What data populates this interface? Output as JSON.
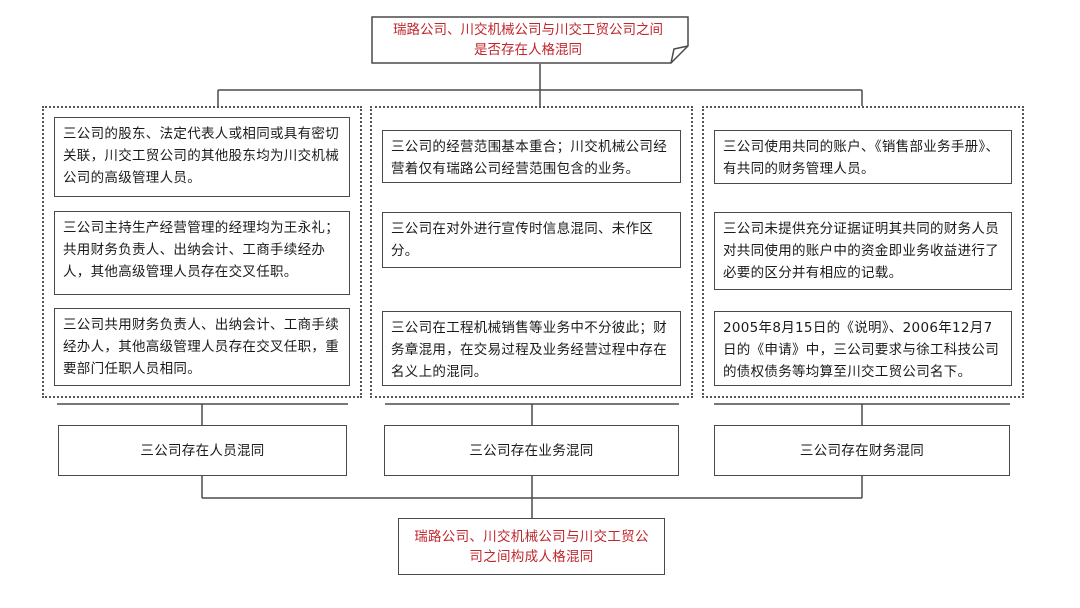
{
  "question": "瑞路公司、川交机械公司与川交工贸公司之间是否存在人格混同",
  "columns": [
    {
      "items": [
        "三公司的股东、法定代表人或相同或具有密切关联，川交工贸公司的其他股东均为川交机械公司的高级管理人员。",
        "三公司主持生产经营管理的经理均为王永礼；共用财务负责人、出纳会计、工商手续经办人，其他高级管理人员存在交叉任职。",
        "三公司共用财务负责人、出纳会计、工商手续经办人，其他高级管理人员存在交叉任职，重要部门任职人员相同。"
      ],
      "finding": "三公司存在人员混同"
    },
    {
      "items": [
        "三公司的经营范围基本重合；川交机械公司经营着仅有瑞路公司经营范围包含的业务。",
        "三公司在对外进行宣传时信息混同、未作区分。",
        "三公司在工程机械销售等业务中不分彼此；财务章混用，在交易过程及业务经营过程中存在名义上的混同。"
      ],
      "finding": "三公司存在业务混同"
    },
    {
      "items": [
        "三公司使用共同的账户、《销售部业务手册》、有共同的财务管理人员。",
        "三公司未提供充分证据证明其共同的财务人员对共同使用的账户中的资金即业务收益进行了必要的区分并有相应的记载。",
        "2005年8月15日的《说明》、2006年12月7日的《申请》中，三公司要求与徐工科技公司的债权债务等均算至川交工贸公司名下。"
      ],
      "finding": "三公司存在财务混同"
    }
  ],
  "conclusion": "瑞路公司、川交机械公司与川交工贸公司之间构成人格混同",
  "colors": {
    "accent_red": "#c0272d",
    "line": "#4a4a4a"
  }
}
